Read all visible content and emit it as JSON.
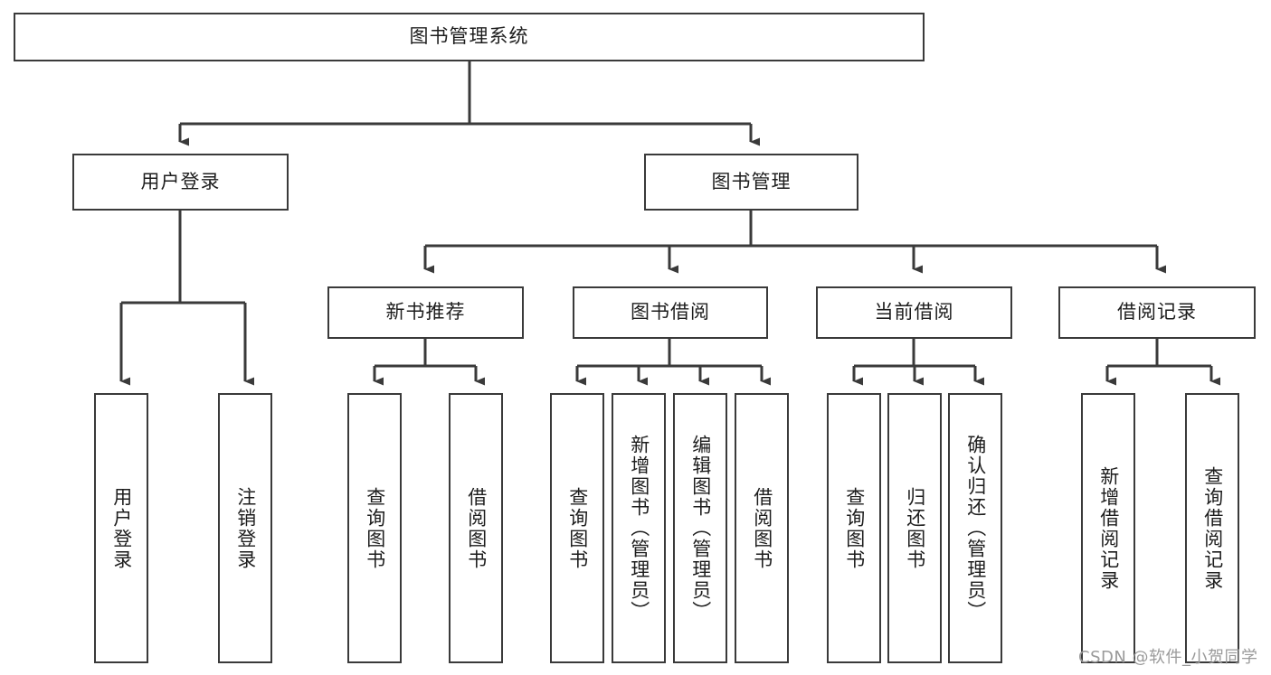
{
  "diagram": {
    "type": "tree",
    "title": "图书管理系统",
    "root": {
      "id": "root",
      "label": "图书管理系统"
    },
    "level2": [
      {
        "id": "user-login",
        "label": "用户登录"
      },
      {
        "id": "book-manage",
        "label": "图书管理"
      }
    ],
    "level3": [
      {
        "id": "new-book-recommend",
        "label": "新书推荐",
        "parent": "book-manage"
      },
      {
        "id": "book-borrow",
        "label": "图书借阅",
        "parent": "book-manage"
      },
      {
        "id": "current-borrow",
        "label": "当前借阅",
        "parent": "book-manage"
      },
      {
        "id": "borrow-record",
        "label": "借阅记录",
        "parent": "book-manage"
      }
    ],
    "leaves": [
      {
        "id": "leaf-user-login",
        "label": "用户登录",
        "parent": "user-login"
      },
      {
        "id": "leaf-user-logout",
        "label": "注销登录",
        "parent": "user-login"
      },
      {
        "id": "leaf-query-book-1",
        "label": "查询图书",
        "parent": "new-book-recommend"
      },
      {
        "id": "leaf-borrow-book-1",
        "label": "借阅图书",
        "parent": "new-book-recommend"
      },
      {
        "id": "leaf-query-book-2",
        "label": "查询图书",
        "parent": "book-borrow"
      },
      {
        "id": "leaf-add-book",
        "label": "新增图书（管理员）",
        "parent": "book-borrow"
      },
      {
        "id": "leaf-edit-book",
        "label": "编辑图书（管理员）",
        "parent": "book-borrow"
      },
      {
        "id": "leaf-borrow-book-2",
        "label": "借阅图书",
        "parent": "book-borrow"
      },
      {
        "id": "leaf-query-book-3",
        "label": "查询图书",
        "parent": "current-borrow"
      },
      {
        "id": "leaf-return-book",
        "label": "归还图书",
        "parent": "current-borrow"
      },
      {
        "id": "leaf-confirm-return",
        "label": "确认归还（管理员）",
        "parent": "current-borrow"
      },
      {
        "id": "leaf-add-record",
        "label": "新增借阅记录",
        "parent": "borrow-record"
      },
      {
        "id": "leaf-query-record",
        "label": "查询借阅记录",
        "parent": "borrow-record"
      }
    ],
    "watermark": "CSDN @软件_小贺同学",
    "colors": {
      "stroke": "#3a3a3a",
      "fill": "#ffffff",
      "text": "#1d1d1d",
      "watermark": "#9a9a9a"
    }
  }
}
